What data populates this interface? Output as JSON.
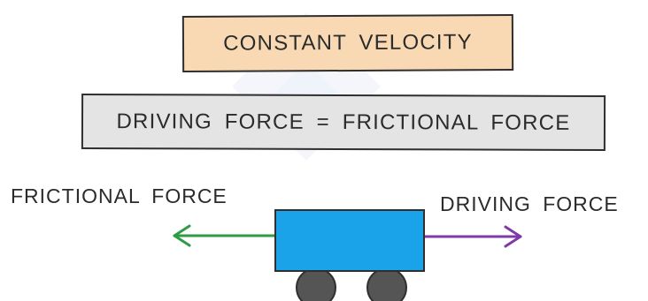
{
  "diagram": {
    "title": "CONSTANT VELOCITY",
    "equation": "DRIVING FORCE = FRICTIONAL FORCE",
    "left_force_label": "FRICTIONAL FORCE",
    "right_force_label": "DRIVING FORCE"
  },
  "colors": {
    "title_fill": "#f9d9b3",
    "equation_fill": "#e4e4e4",
    "cart_body": "#1aa3e8",
    "wheel": "#555555",
    "friction_arrow": "#2e9b45",
    "driving_arrow": "#7e3aa8",
    "outline": "#2f2f2f"
  },
  "icons": {
    "cart": "cart-icon",
    "left_arrow": "left-arrow-icon",
    "right_arrow": "right-arrow-icon"
  }
}
